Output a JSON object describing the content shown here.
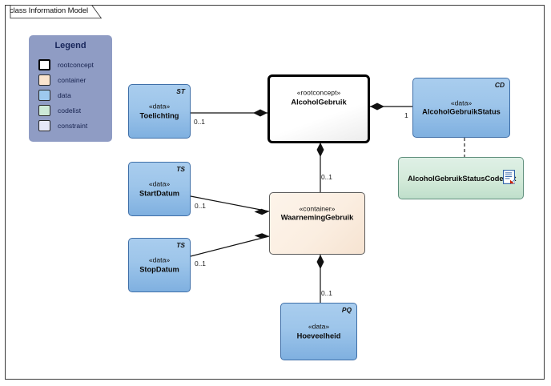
{
  "diagram": {
    "title": "class Information Model",
    "legend": {
      "title": "Legend",
      "items": [
        {
          "label": "rootconcept",
          "color": "#ffffff",
          "swatch": "rootconcept-swatch"
        },
        {
          "label": "container",
          "color": "#fbe4ce",
          "swatch": "container-swatch"
        },
        {
          "label": "data",
          "color": "#9dc9ee",
          "swatch": "data-swatch"
        },
        {
          "label": "codelist",
          "color": "#cce9d7",
          "swatch": "codelist-swatch"
        },
        {
          "label": "constraint",
          "color": "#e6e8f8",
          "swatch": "constraint-swatch"
        }
      ],
      "panel_color": "#8f9cc4",
      "text_color": "#17255a"
    },
    "nodes": [
      {
        "id": "toelichting",
        "stereotype": "«data»",
        "name": "Toelichting",
        "tag": "ST",
        "kind": "data"
      },
      {
        "id": "startdatum",
        "stereotype": "«data»",
        "name": "StartDatum",
        "tag": "TS",
        "kind": "data"
      },
      {
        "id": "stopdatum",
        "stereotype": "«data»",
        "name": "StopDatum",
        "tag": "TS",
        "kind": "data"
      },
      {
        "id": "alcoholgebruik",
        "stereotype": "«rootconcept»",
        "name": "AlcoholGebruik",
        "tag": "",
        "kind": "rootconcept"
      },
      {
        "id": "waarneminggebruik",
        "stereotype": "«container»",
        "name": "WaarnemingGebruik",
        "tag": "",
        "kind": "container"
      },
      {
        "id": "hoeveelheid",
        "stereotype": "«data»",
        "name": "Hoeveelheid",
        "tag": "PQ",
        "kind": "data"
      },
      {
        "id": "alcoholgebruikstatus",
        "stereotype": "«data»",
        "name": "AlcoholGebruikStatus",
        "tag": "CD",
        "kind": "data"
      },
      {
        "id": "alcoholgebruikstatuscodelijst",
        "stereotype": "",
        "name": "AlcoholGebruikStatusCodelijst",
        "tag": "",
        "kind": "codelist"
      }
    ],
    "edges": [
      {
        "id": "e1",
        "from": "alcoholgebruik",
        "to": "toelichting",
        "type": "composition",
        "multiplicity": "0..1"
      },
      {
        "id": "e2",
        "from": "alcoholgebruik",
        "to": "alcoholgebruikstatus",
        "type": "composition",
        "multiplicity": "1"
      },
      {
        "id": "e3",
        "from": "alcoholgebruik",
        "to": "waarneminggebruik",
        "type": "composition",
        "multiplicity": "0..1"
      },
      {
        "id": "e4",
        "from": "waarneminggebruik",
        "to": "startdatum",
        "type": "composition",
        "multiplicity": "0..1"
      },
      {
        "id": "e5",
        "from": "waarneminggebruik",
        "to": "stopdatum",
        "type": "composition",
        "multiplicity": "0..1"
      },
      {
        "id": "e6",
        "from": "waarneminggebruik",
        "to": "hoeveelheid",
        "type": "composition",
        "multiplicity": "0..1"
      },
      {
        "id": "e7",
        "from": "alcoholgebruikstatus",
        "to": "alcoholgebruikstatuscodelijst",
        "type": "dependency",
        "multiplicity": ""
      }
    ],
    "icons": {
      "codelist_note": "document-icon"
    }
  }
}
